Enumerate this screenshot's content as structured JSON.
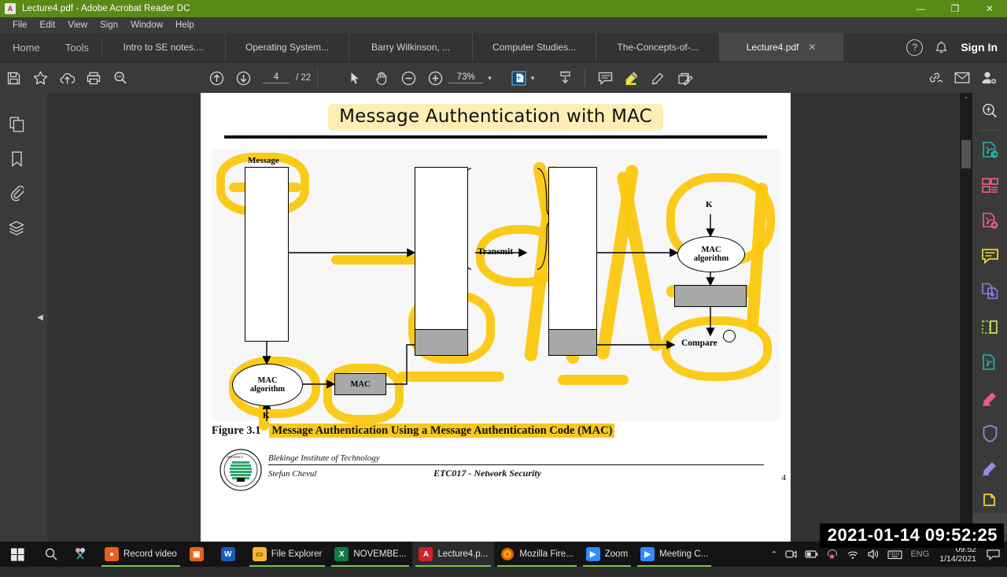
{
  "window": {
    "title": "Lecture4.pdf - Adobe Acrobat Reader DC",
    "app_icon": "A",
    "minimize": "—",
    "restore": "❐",
    "close": "✕"
  },
  "menubar": {
    "items": [
      "File",
      "Edit",
      "View",
      "Sign",
      "Window",
      "Help"
    ]
  },
  "tabbar": {
    "home": "Home",
    "tools": "Tools",
    "tabs": [
      {
        "label": "Intro to SE notes....",
        "active": false
      },
      {
        "label": "Operating System...",
        "active": false
      },
      {
        "label": "Barry Wilkinson, ...",
        "active": false
      },
      {
        "label": "Computer Studies...",
        "active": false
      },
      {
        "label": "The-Concepts-of-...",
        "active": false
      },
      {
        "label": "Lecture4.pdf",
        "active": true
      }
    ],
    "close_tab": "✕",
    "help": "?",
    "bell": "bell-icon",
    "sign_in": "Sign In"
  },
  "toolbar": {
    "save": "save-icon",
    "star": "add-to-favorites-icon",
    "upload": "upload-cloud-icon",
    "print": "print-icon",
    "find": "find-text-icon",
    "prev_page": "previous-page-icon",
    "next_page": "next-page-icon",
    "page_current": "4",
    "page_total": "/ 22",
    "select_tool": "cursor-select-icon",
    "hand_tool": "hand-pan-icon",
    "zoom_out": "zoom-out-icon",
    "zoom_in": "zoom-in-icon",
    "zoom_level": "73%",
    "zoom_caret": "▾",
    "fit_page": "fit-page-icon",
    "fit_caret": "▾",
    "read_mode": "scroll-mode-icon",
    "comment": "comment-icon",
    "highlight": "highlighter-icon",
    "draw": "freehand-draw-icon",
    "stamp": "stamp-icon",
    "share_link": "share-link-icon",
    "email": "email-icon",
    "add_person": "add-person-icon"
  },
  "left_rail": {
    "items": [
      "page-thumbnails-icon",
      "bookmarks-icon",
      "attachments-icon",
      "layers-icon"
    ],
    "collapse_arrow": "◀"
  },
  "right_rail": {
    "items": [
      "search-document-icon",
      "export-pdf-icon",
      "organize-pages-icon",
      "create-pdf-icon",
      "comment-tool-icon",
      "combine-files-icon",
      "crop-pages-icon",
      "protect-icon",
      "redact-icon",
      "shield-icon",
      "fill-and-sign-icon",
      "stamp-tool-icon"
    ],
    "expand": "⌄",
    "panel_toggle": "⇥"
  },
  "scrollbar": {
    "up_arrow": "⌃",
    "right_page_arrow": "◀"
  },
  "slide": {
    "title": "Message Authentication with MAC",
    "figure_caption_prefix": "Figure 3.1",
    "figure_caption_text": "Message Authentication Using a Message Authentication Code (MAC)",
    "labels": {
      "message": "Message",
      "mac_algorithm": "MAC\nalgorithm",
      "mac_algorithm_line1": "MAC",
      "mac_algorithm_line2": "algorithm",
      "mac_box": "MAC",
      "key": "K",
      "transmit": "Transmit",
      "compare": "Compare"
    },
    "footer": {
      "institution": "Blekinge Institute of Technology",
      "author": "Stefan Chevul",
      "course": "ETC017 - Network Security",
      "page_number": "4"
    },
    "highlight_color": "#fbc70b",
    "title_highlight_color": "#fceeb5"
  },
  "taskbar": {
    "start": "windows-start-icon",
    "search": "search-icon",
    "items": [
      {
        "label": "",
        "icon": "snip-and-sketch-icon",
        "color": "#8a8a8a",
        "glyph": "✂",
        "running": false,
        "active": false
      },
      {
        "label": "Record video",
        "icon": "record-video-icon",
        "color": "#e8601c",
        "glyph": "●",
        "running": true,
        "active": false
      },
      {
        "label": "",
        "icon": "screen-capture-icon",
        "color": "#e8601c",
        "glyph": "⬚",
        "running": false,
        "active": false
      },
      {
        "label": "",
        "icon": "word-icon",
        "color": "#185abd",
        "glyph": "W",
        "running": false,
        "active": false
      },
      {
        "label": "File Explorer",
        "icon": "file-explorer-icon",
        "color": "#f7b731",
        "glyph": "▭",
        "running": true,
        "active": false
      },
      {
        "label": "NOVEMBE...",
        "icon": "excel-icon",
        "color": "#107c41",
        "glyph": "X",
        "running": true,
        "active": false
      },
      {
        "label": "Lecture4.p...",
        "icon": "acrobat-icon",
        "color": "#cc2229",
        "glyph": "A",
        "running": true,
        "active": true
      },
      {
        "label": "Mozilla Fire...",
        "icon": "firefox-icon",
        "color": "#e66000",
        "glyph": "◉",
        "running": true,
        "active": false
      },
      {
        "label": "Zoom",
        "icon": "zoom-app-icon",
        "color": "#2d8cff",
        "glyph": "▶",
        "running": true,
        "active": false
      },
      {
        "label": "Meeting C...",
        "icon": "zoom-meeting-icon",
        "color": "#2d8cff",
        "glyph": "▶",
        "running": true,
        "active": false
      }
    ],
    "tray": {
      "overflow": "⌃",
      "icons": [
        "camera-icon",
        "battery-icon",
        "headset-mute-icon",
        "wifi-icon",
        "volume-icon",
        "keyboard-layout-icon"
      ],
      "language": "ENG",
      "action_center": "notifications-icon"
    },
    "clock_time": "09:52",
    "clock_date": "1/14/2021"
  },
  "overlay": {
    "timestamp": "2021-01-14  09:52:25"
  }
}
